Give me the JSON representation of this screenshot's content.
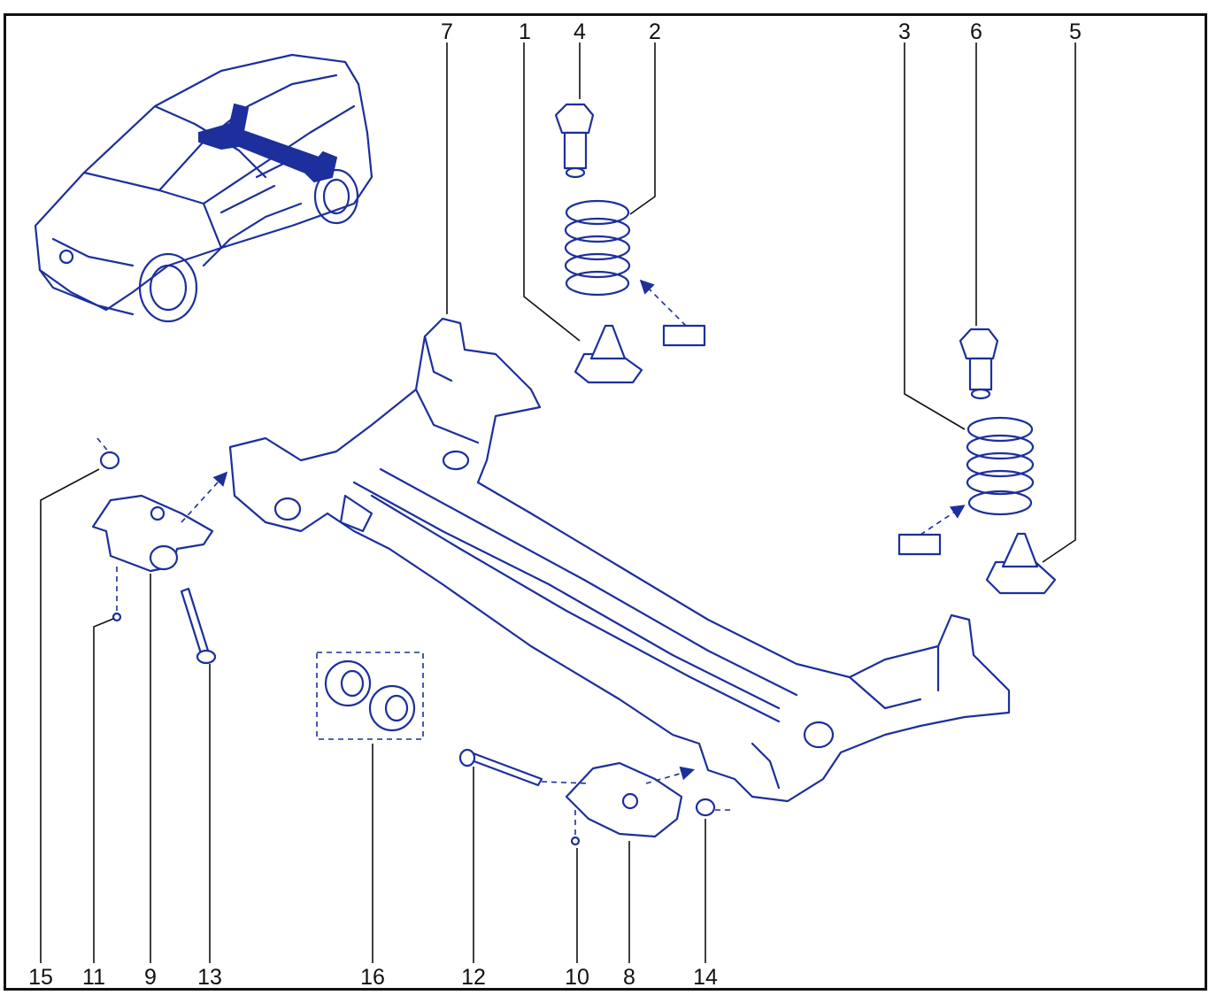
{
  "callouts": {
    "c7": "7",
    "c1": "1",
    "c4": "4",
    "c2": "2",
    "c3": "3",
    "c6": "6",
    "c5": "5",
    "c15": "15",
    "c11": "11",
    "c9": "9",
    "c13": "13",
    "c16": "16",
    "c12": "12",
    "c10": "10",
    "c8": "8",
    "c14": "14"
  },
  "colors": {
    "line_art": "#1d2f9c",
    "frame": "#111111",
    "background": "#ffffff"
  }
}
